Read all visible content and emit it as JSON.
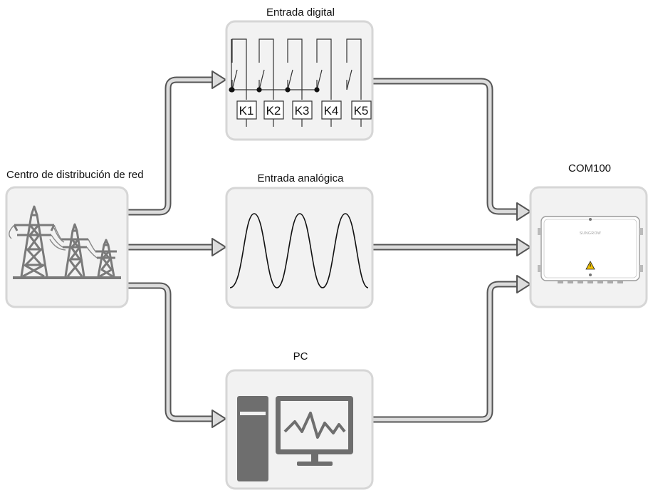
{
  "nodes": {
    "grid": {
      "label": "Centro de distribución de red"
    },
    "digital": {
      "label": "Entrada digital",
      "relays": [
        "K1",
        "K2",
        "K3",
        "K4",
        "K5"
      ]
    },
    "analog": {
      "label": "Entrada analógica"
    },
    "pc": {
      "label": "PC"
    },
    "com": {
      "label": "COM100",
      "brand": "SUNGROW"
    }
  },
  "colors": {
    "box_fill": "#f2f2f2",
    "box_border": "#d6d6d6",
    "pipe": "#555555",
    "pipe_fill": "#dcdcdc",
    "icon": "#7a7a7a"
  }
}
